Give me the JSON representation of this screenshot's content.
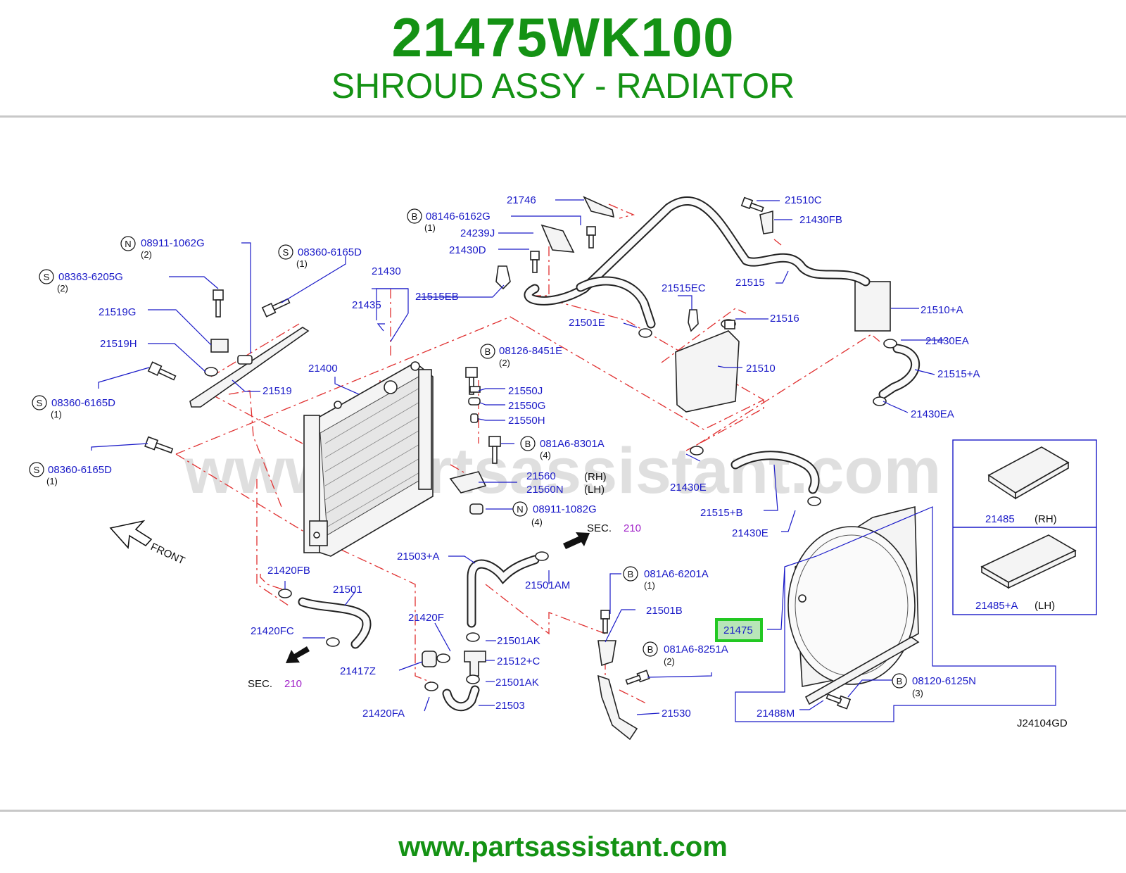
{
  "header": {
    "part_number": "21475WK100",
    "part_name": "SHROUD ASSY - RADIATOR"
  },
  "footer": {
    "url": "www.partsassistant.com"
  },
  "diagram": {
    "watermark": "www.partsassistant.com",
    "code": "J24104GD",
    "front_label": "FRONT",
    "highlight_color": "#22c822",
    "sec_label": "SEC.",
    "sec_number": "210",
    "callouts": {
      "c21746": "21746",
      "c08146": "08146-6162G",
      "q1a": "(1)",
      "c24239J": "24239J",
      "c21430D": "21430D",
      "c21510C": "21510C",
      "c21430FB": "21430FB",
      "c08911_1062G": "08911-1062G",
      "q2a": "(2)",
      "c08360_a": "08360-6165D",
      "q1b": "(1)",
      "c08363": "08363-6205G",
      "q2b": "(2)",
      "c21430": "21430",
      "c21435": "21435",
      "c21515EB": "21515EB",
      "c21515": "21515",
      "c21515EC": "21515EC",
      "c21510A": "21510+A",
      "c21501E": "21501E",
      "c21516": "21516",
      "c21519G": "21519G",
      "c21519H": "21519H",
      "c21400": "21400",
      "c08126": "08126-8451E",
      "q2c": "(2)",
      "c21430EA1": "21430EA",
      "c21510": "21510",
      "c21515A": "21515+A",
      "c21519": "21519",
      "c21550J": "21550J",
      "c21550G": "21550G",
      "c21550H": "21550H",
      "c21430EA2": "21430EA",
      "c08360_b": "08360-6165D",
      "q1c": "(1)",
      "c081A6_8301A": "081A6-8301A",
      "q4a": "(4)",
      "c08360_c": "08360-6165D",
      "q1d": "(1)",
      "c21560": "21560",
      "rh1": "(RH)",
      "c21560N": "21560N",
      "lh1": "(LH)",
      "c21430E1": "21430E",
      "c21515B": "21515+B",
      "c08911_1082G": "08911-1082G",
      "q4b": "(4)",
      "c21430E2": "21430E",
      "c21485": "21485",
      "rh2": "(RH)",
      "c21503A": "21503+A",
      "c21501AM": "21501AM",
      "c21420FB": "21420FB",
      "c21501": "21501",
      "c081A6_6201A": "081A6-6201A",
      "q1e": "(1)",
      "c21485A": "21485+A",
      "lh2": "(LH)",
      "c21501B": "21501B",
      "c21420F": "21420F",
      "c21475": "21475",
      "c21420FC": "21420FC",
      "c21501AK1": "21501AK",
      "c081A6_8251A": "081A6-8251A",
      "q2d": "(2)",
      "c21512C": "21512+C",
      "c21417Z": "21417Z",
      "c21501AK2": "21501AK",
      "c08120": "08120-6125N",
      "q3": "(3)",
      "c21503": "21503",
      "c21420FA": "21420FA",
      "c21530": "21530",
      "c21488M": "21488M"
    },
    "circle_letters": {
      "B": "B",
      "N": "N",
      "S": "S"
    }
  }
}
